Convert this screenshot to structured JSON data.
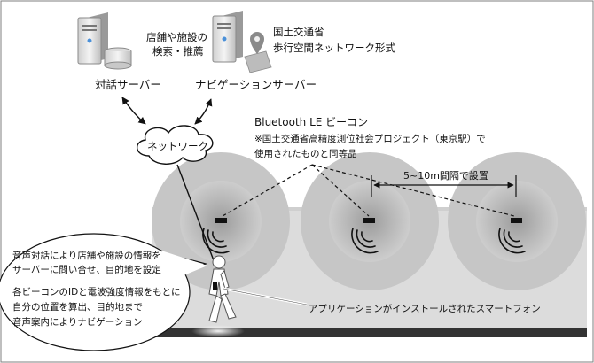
{
  "servers": {
    "dialog": {
      "name": "対話サーバー",
      "desc_line1": "店舗や施設の",
      "desc_line2": "検索・推薦",
      "icon": "server-database-icon"
    },
    "navigation": {
      "name": "ナビゲーションサーバー",
      "desc_line1": "国土交通省",
      "desc_line2": "歩行空間ネットワーク形式",
      "icon": "server-map-pin-icon"
    }
  },
  "network": {
    "label": "ネットワーク",
    "icon": "cloud-icon"
  },
  "beacon_note": {
    "title": "Bluetooth LE ビーコン",
    "line1": "※国土交通省高精度測位社会プロジェクト（東京駅）で",
    "line2": "使用されたものと同等品"
  },
  "spacing_label": "5~10m間隔で設置",
  "phone_label": "アプリケーションがインストールされたスマートフォン",
  "callout": {
    "line1": "音声対話により店舗や施設の情報を",
    "line2": "サーバーに問い合せ、目的地を設定",
    "line3": "各ビーコンのIDと電波強度情報をもとに",
    "line4": "自分の位置を算出、目的地まで",
    "line5": "音声案内によりナビゲーション"
  },
  "colors": {
    "band": "#d9d9d9",
    "signal_outer": "#c2c2c2",
    "signal_inner": "#aeaeae",
    "floor": "#333333",
    "border": "#7f7f7f"
  }
}
